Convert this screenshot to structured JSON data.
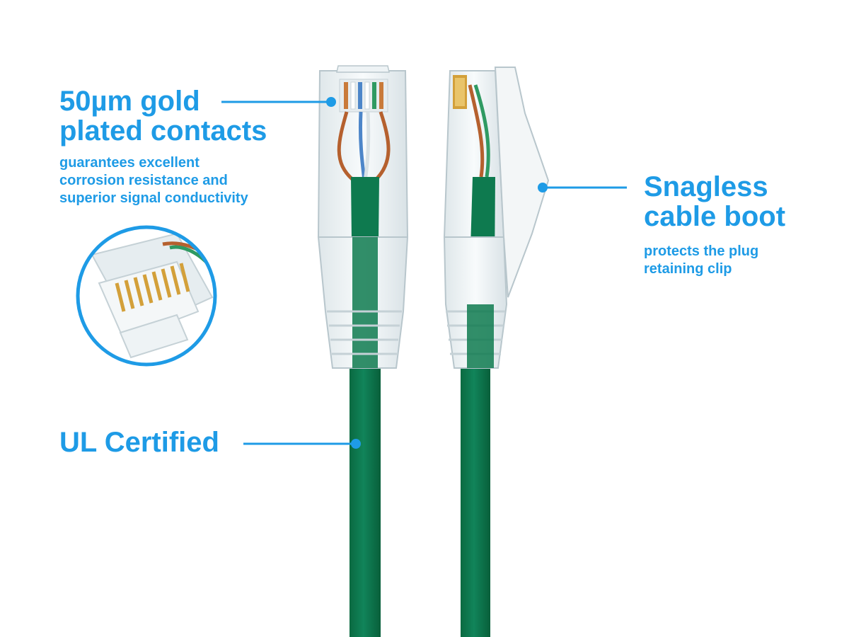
{
  "colors": {
    "accent": "#1e9be6",
    "cable": "#0d7a4c",
    "plug": "#eef3f5",
    "gold": "#d3a03a"
  },
  "callouts": {
    "gold_contacts": {
      "headline": "50µm gold\nplated contacts",
      "subtext": "guarantees excellent\ncorrosion resistance and\nsuperior signal conductivity"
    },
    "snagless_boot": {
      "headline": "Snagless\ncable boot",
      "subtext": "protects the plug\nretaining clip"
    },
    "ul_certified": {
      "headline": "UL Certified"
    }
  }
}
